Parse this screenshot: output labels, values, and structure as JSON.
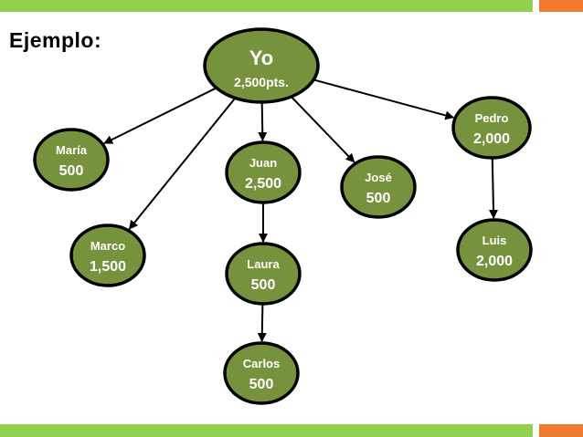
{
  "title": "Ejemplo:",
  "colors": {
    "node_fill": "#76923c",
    "node_border": "#000000",
    "root_border": "#e03c31",
    "bar_green": "#92d050",
    "bar_orange": "#f07a2e"
  },
  "nodes": [
    {
      "id": "yo",
      "name": "Yo",
      "points": "2,500pts.",
      "root": true
    },
    {
      "id": "maria",
      "name": "María",
      "points": "500"
    },
    {
      "id": "marco",
      "name": "Marco",
      "points": "1,500"
    },
    {
      "id": "juan",
      "name": "Juan",
      "points": "2,500"
    },
    {
      "id": "laura",
      "name": "Laura",
      "points": "500"
    },
    {
      "id": "carlos",
      "name": "Carlos",
      "points": "500"
    },
    {
      "id": "jose",
      "name": "José",
      "points": "500"
    },
    {
      "id": "pedro",
      "name": "Pedro",
      "points": "2,000"
    },
    {
      "id": "luis",
      "name": "Luis",
      "points": "2,000"
    }
  ],
  "edges": [
    {
      "from": "yo",
      "to": "maria"
    },
    {
      "from": "yo",
      "to": "marco"
    },
    {
      "from": "yo",
      "to": "juan"
    },
    {
      "from": "yo",
      "to": "jose"
    },
    {
      "from": "yo",
      "to": "pedro"
    },
    {
      "from": "juan",
      "to": "laura"
    },
    {
      "from": "laura",
      "to": "carlos"
    },
    {
      "from": "pedro",
      "to": "luis"
    }
  ]
}
